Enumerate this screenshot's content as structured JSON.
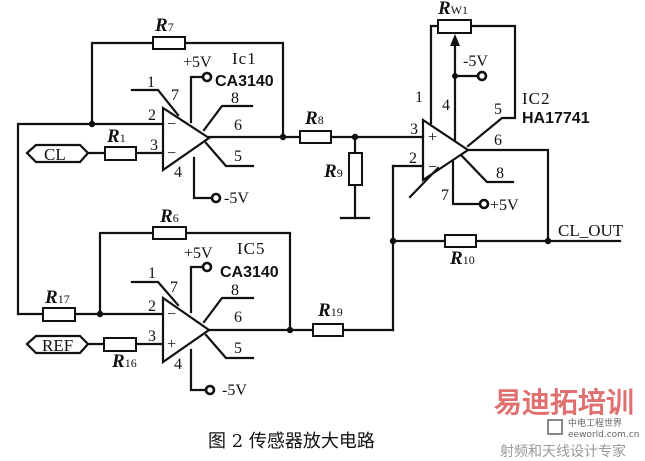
{
  "resistors": {
    "r7": {
      "letter": "R",
      "sub": "7"
    },
    "r1": {
      "letter": "R",
      "sub": "1"
    },
    "r8": {
      "letter": "R",
      "sub": "8"
    },
    "r9": {
      "letter": "R",
      "sub": "9"
    },
    "rw1": {
      "letter": "R",
      "sub": "W1"
    },
    "r10": {
      "letter": "R",
      "sub": "10"
    },
    "r6": {
      "letter": "R",
      "sub": "6"
    },
    "r17": {
      "letter": "R",
      "sub": "17"
    },
    "r16": {
      "letter": "R",
      "sub": "16"
    },
    "r19": {
      "letter": "R",
      "sub": "19"
    }
  },
  "ic1": {
    "name": "Ic1",
    "part": "CA3140",
    "vpos": "+5V",
    "vneg": "-5V",
    "pins": {
      "p1": "1",
      "p2": "2",
      "p3": "3",
      "p4": "4",
      "p5": "5",
      "p6": "6",
      "p7": "7",
      "p8": "8"
    },
    "in_minus": "−",
    "in_plus": "−"
  },
  "ic5": {
    "name": "IC5",
    "part": "CA3140",
    "vpos": "+5V",
    "vneg": "-5V",
    "pins": {
      "p1": "1",
      "p2": "2",
      "p3": "3",
      "p4": "4",
      "p5": "5",
      "p6": "6",
      "p7": "7",
      "p8": "8"
    },
    "in_minus": "−",
    "in_plus": "+"
  },
  "ic2": {
    "name": "IC2",
    "part": "HA17741",
    "vpos": "+5V",
    "vneg": "-5V",
    "pins": {
      "p1": "1",
      "p2": "2",
      "p3": "3",
      "p4": "4",
      "p5": "5",
      "p6": "6",
      "p7": "7",
      "p8": "8"
    },
    "in_minus": "−",
    "in_plus": "+"
  },
  "signals": {
    "cl": "CL",
    "ref": "REF",
    "cl_out": "CL_OUT"
  },
  "caption": "图 2   传感器放大电路",
  "watermark": {
    "brand": "易迪拓培训",
    "slogan": "射频和天线设计专家",
    "site_cn": "中电工程世界",
    "site": "eeworld.com.cn"
  }
}
